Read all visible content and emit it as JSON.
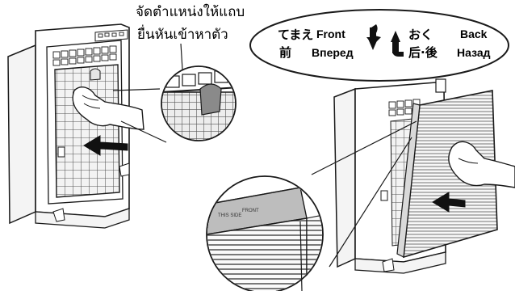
{
  "instruction": {
    "line1": "จัดตำแหน่งให้แถบ",
    "line2": "ยื่นหันเข้าหาตัว"
  },
  "direction_labels": {
    "front_ja": "てまえ",
    "front_zh": "前",
    "front_en": "Front",
    "front_ru": "Вперед",
    "back_ja": "おく",
    "back_zh": "后·後",
    "back_en": "Back",
    "back_ru": "Назад"
  },
  "filter_label": {
    "line1": "THIS SIDE",
    "line2": "FRONT"
  },
  "colors": {
    "line": "#1a1a1a",
    "grid": "#555555",
    "filter_tint": "#dcdcdc",
    "label_tint": "#b5b5b5"
  }
}
